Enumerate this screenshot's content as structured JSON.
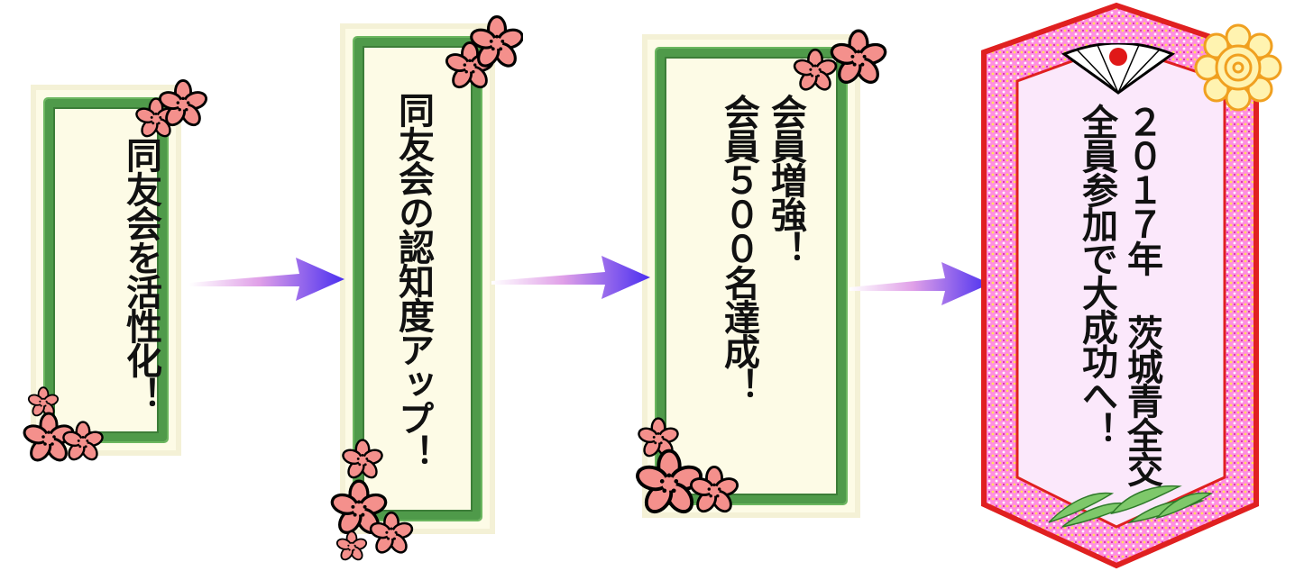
{
  "steps": [
    {
      "text": "同友会を活性化！"
    },
    {
      "text": "同友会の認知度アップ！"
    },
    {
      "line1": "会員増強！",
      "line2": "会員５００名達成！"
    }
  ],
  "goal": {
    "line1": "２０１７年 茨城青全交",
    "line2": "全員参加で大成功へ！"
  },
  "colors": {
    "frame_green": "#4f9a4a",
    "panel_bg": "#fdfbe6",
    "arrow": "#5a2fe0",
    "flower": "#f4908c",
    "goal_border": "#e02020",
    "goal_fill": "#ff9de6"
  },
  "icons": [
    "sakura-flower-icon",
    "arrow-right-icon",
    "folding-fan-icon",
    "chrysanthemum-icon",
    "bamboo-leaves-icon"
  ]
}
